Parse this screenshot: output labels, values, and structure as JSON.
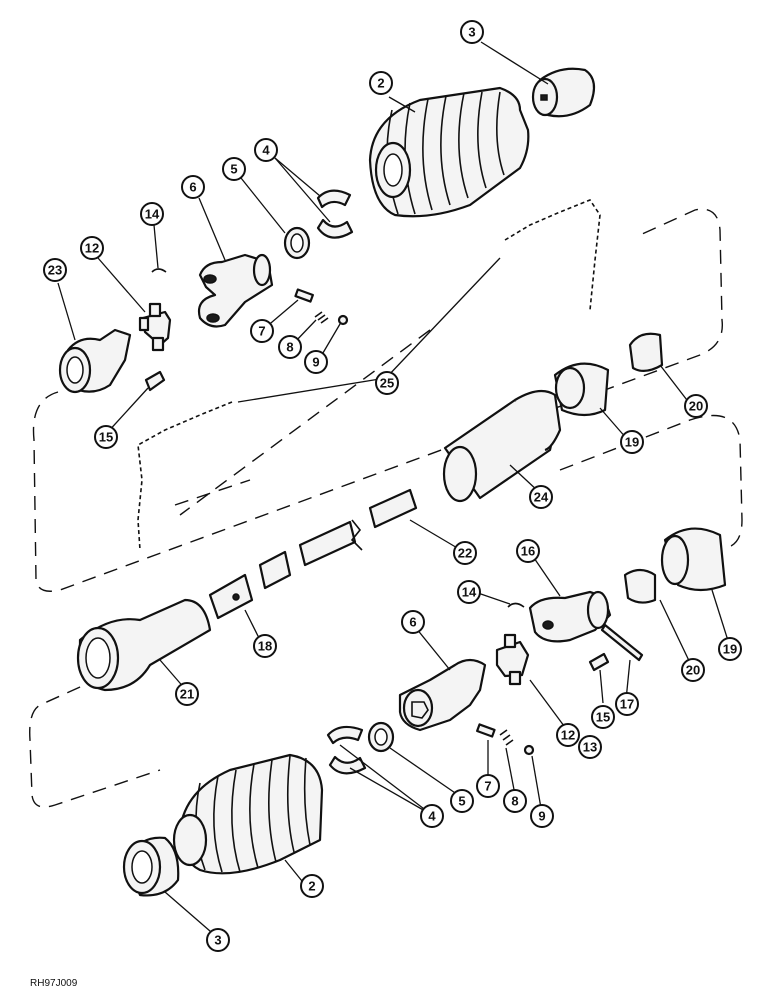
{
  "figure_ref": "RH97J009",
  "callouts": [
    {
      "id": "c2-top",
      "label": "2"
    },
    {
      "id": "c3-top",
      "label": "3"
    },
    {
      "id": "c4-top",
      "label": "4"
    },
    {
      "id": "c5-top",
      "label": "5"
    },
    {
      "id": "c6-top",
      "label": "6"
    },
    {
      "id": "c14-top",
      "label": "14"
    },
    {
      "id": "c12-top",
      "label": "12"
    },
    {
      "id": "c23",
      "label": "23"
    },
    {
      "id": "c7-top",
      "label": "7"
    },
    {
      "id": "c8-top",
      "label": "8"
    },
    {
      "id": "c9-top",
      "label": "9"
    },
    {
      "id": "c25",
      "label": "25"
    },
    {
      "id": "c15-top",
      "label": "15"
    },
    {
      "id": "c20-top",
      "label": "20"
    },
    {
      "id": "c19-top",
      "label": "19"
    },
    {
      "id": "c24",
      "label": "24"
    },
    {
      "id": "c22",
      "label": "22"
    },
    {
      "id": "c16",
      "label": "16"
    },
    {
      "id": "c14-bot",
      "label": "14"
    },
    {
      "id": "c18",
      "label": "18"
    },
    {
      "id": "c21",
      "label": "21"
    },
    {
      "id": "c6-bot",
      "label": "6"
    },
    {
      "id": "c12-bot",
      "label": "12"
    },
    {
      "id": "c13",
      "label": "13"
    },
    {
      "id": "c15-bot",
      "label": "15"
    },
    {
      "id": "c17",
      "label": "17"
    },
    {
      "id": "c20-bot",
      "label": "20"
    },
    {
      "id": "c19-bot",
      "label": "19"
    },
    {
      "id": "c7-bot",
      "label": "7"
    },
    {
      "id": "c8-bot",
      "label": "8"
    },
    {
      "id": "c9-bot",
      "label": "9"
    },
    {
      "id": "c5-bot",
      "label": "5"
    },
    {
      "id": "c4-bot",
      "label": "4"
    },
    {
      "id": "c2-bot",
      "label": "2"
    },
    {
      "id": "c3-bot",
      "label": "3"
    }
  ]
}
